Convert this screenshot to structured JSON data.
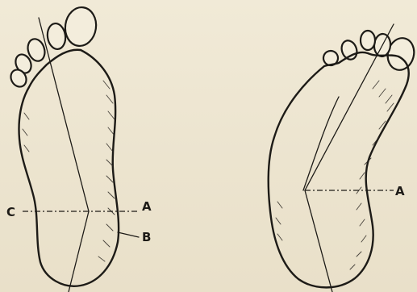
{
  "figure": {
    "left_foot": {
      "labels": {
        "a": "A",
        "b": "B",
        "c": "C"
      }
    },
    "right_foot": {
      "labels": {
        "a": "A"
      }
    }
  }
}
